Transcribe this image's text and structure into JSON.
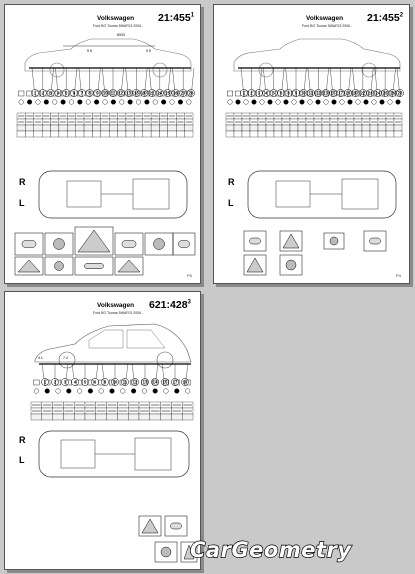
{
  "pages": [
    {
      "brand": "Volkswagen",
      "subtitle": "Ford BO Touran 5WAF03 2006 -",
      "code": "21:455",
      "code_sup": "1",
      "page_num": "P3"
    },
    {
      "brand": "Volkswagen",
      "subtitle": "Ford BO Touran 5WAF03 2006 -",
      "code": "21:455",
      "code_sup": "2",
      "page_num": "P4"
    },
    {
      "brand": "Volkswagen",
      "subtitle": "Ford BO Touran 5WAF03 2006 -",
      "code": "621:428",
      "code_sup": "3",
      "page_num": ""
    }
  ],
  "sheet1": {
    "dims": [
      "6933",
      "5 5",
      "5 5"
    ],
    "points": [
      "1",
      "2",
      "3",
      "4",
      "5",
      "6",
      "7",
      "8",
      "9",
      "10",
      "11",
      "12",
      "13",
      "18",
      "20",
      "21",
      "24",
      "25",
      "26",
      "27",
      "28"
    ],
    "side_labels": [
      "R",
      "L"
    ]
  },
  "sheet2": {
    "points": [
      "1",
      "2",
      "3",
      "4",
      "5",
      "6",
      "8",
      "9",
      "10",
      "11",
      "12",
      "13",
      "15",
      "17",
      "19",
      "20",
      "22",
      "23",
      "24",
      "25",
      "26",
      "28"
    ],
    "side_labels": [
      "R",
      "L"
    ]
  },
  "sheet3": {
    "dims": [
      "7.4",
      "4.1"
    ],
    "points": [
      "1",
      "2",
      "3",
      "4",
      "5",
      "6",
      "8",
      "10",
      "11",
      "12",
      "13",
      "14",
      "15",
      "17",
      "19"
    ],
    "side_labels": [
      "R",
      "L"
    ]
  },
  "logo": "CarGeometry"
}
